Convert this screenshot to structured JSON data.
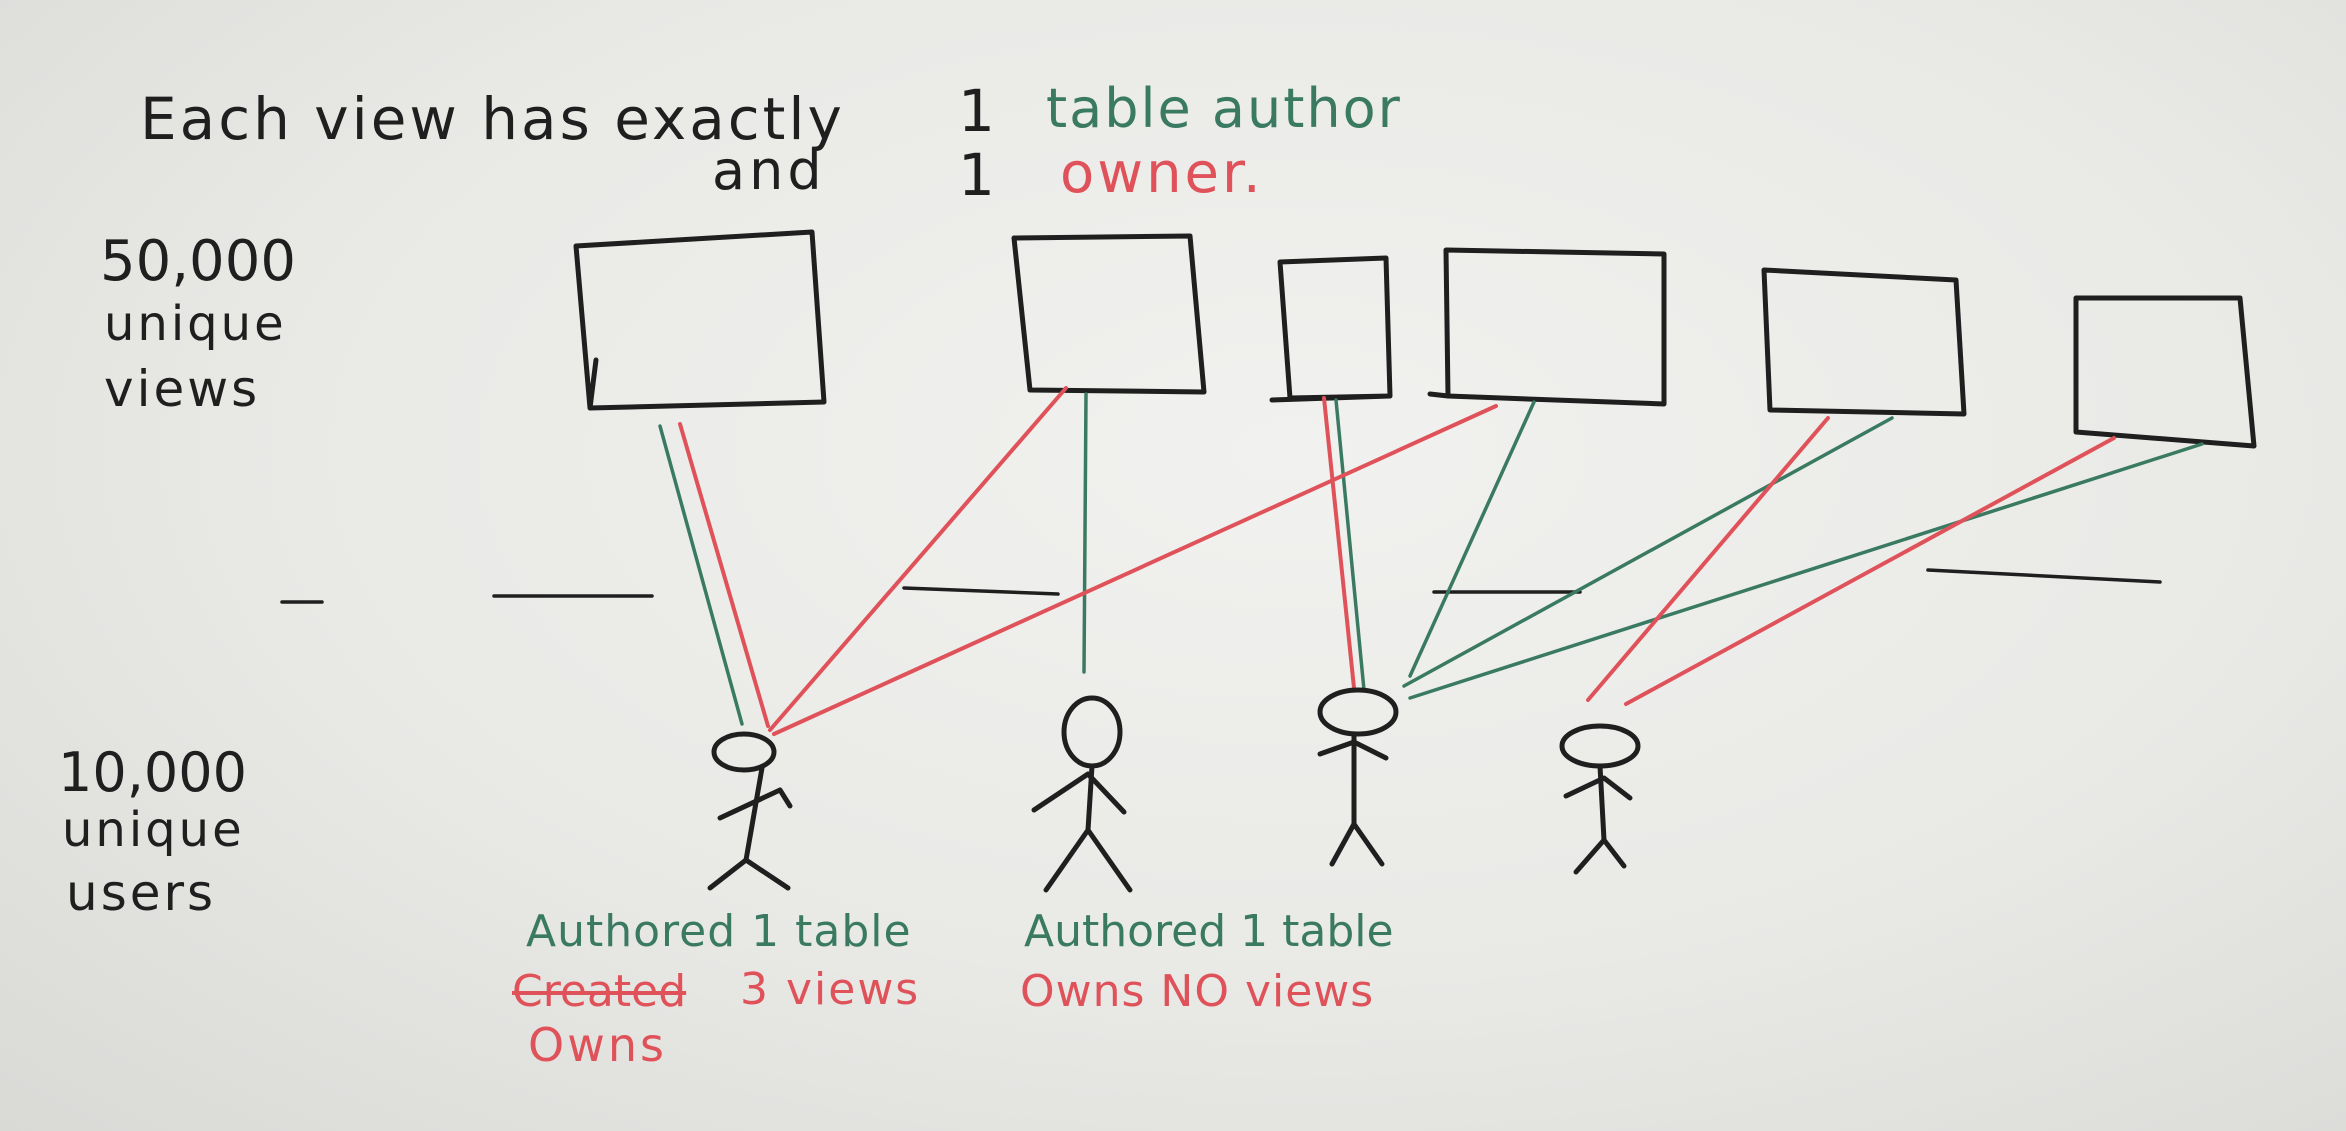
{
  "title": {
    "line1_prefix": "Each view has exactly",
    "line1_count": "1",
    "line1_green": "table author",
    "line2_prefix": "and",
    "line2_count": "1",
    "line2_red": "owner."
  },
  "views_label": [
    "50,000",
    "unique",
    "views"
  ],
  "users_label": [
    "10,000",
    "unique",
    "users"
  ],
  "annotations": {
    "user1_authored": "Authored 1 table",
    "user1_struck": "Created",
    "user1_views": "3 views",
    "user1_owns": "Owns",
    "user2_authored": "Authored 1 table",
    "user2_owns": "Owns NO views"
  },
  "colors": {
    "ink": "#1f1f1f",
    "author_link": "#3a7a62",
    "owner_link": "#e0525a"
  },
  "view_count_drawn": 6,
  "user_count_drawn": 4
}
